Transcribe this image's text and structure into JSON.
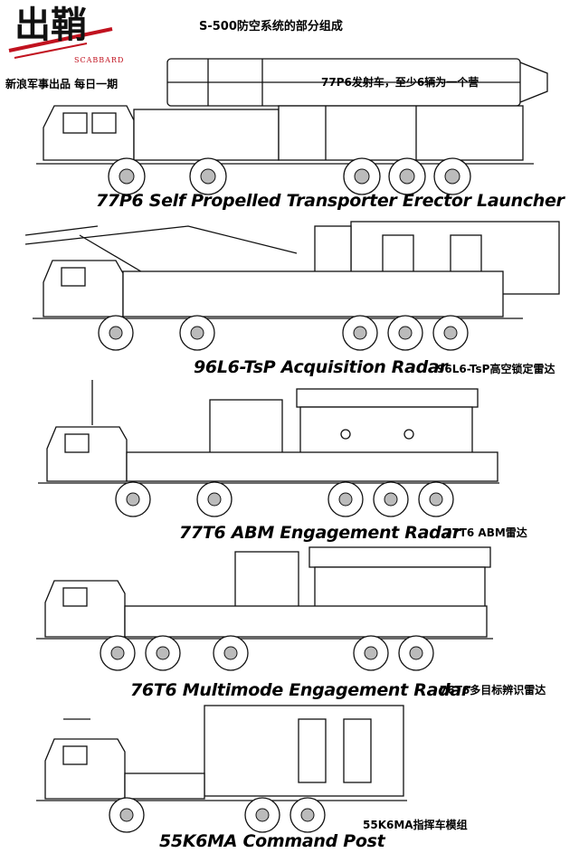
{
  "logo": {
    "text": "出鞘",
    "sub": "SCABBARD",
    "accent": "#c1121f"
  },
  "publisher": "新浪军事出品 每日一期",
  "title": "S-500防空系统的部分组成",
  "vehicles": [
    {
      "caption_en": "77P6 Self Propelled Transporter Erector Launcher",
      "caption_cn": "77P6发射车，至少6辆为一个营"
    },
    {
      "caption_en": "96L6-TsP Acquisition Radar",
      "caption_cn": "96L6-TsP高空锁定雷达"
    },
    {
      "caption_en": "77T6 ABM Engagement Radar",
      "caption_cn": "77T6 ABM雷达"
    },
    {
      "caption_en": "76T6 Multimode Engagement Radar",
      "caption_cn": "76T6多目标辨识雷达"
    },
    {
      "caption_en": "55K6MA Command Post",
      "caption_cn": "55K6MA指挥车模组"
    }
  ]
}
